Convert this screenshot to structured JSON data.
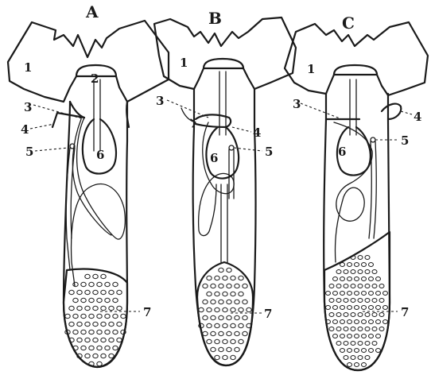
{
  "panels": [
    {
      "id": "A",
      "caption": "A",
      "labels": [
        {
          "key": "1",
          "text": "1"
        },
        {
          "key": "2",
          "text": "2"
        },
        {
          "key": "3",
          "text": "3"
        },
        {
          "key": "4",
          "text": "4"
        },
        {
          "key": "5",
          "text": "5"
        },
        {
          "key": "6",
          "text": "6"
        },
        {
          "key": "7",
          "text": "7"
        }
      ]
    },
    {
      "id": "B",
      "caption": "B",
      "labels": [
        {
          "key": "1",
          "text": "1"
        },
        {
          "key": "3",
          "text": "3"
        },
        {
          "key": "4",
          "text": "4"
        },
        {
          "key": "5",
          "text": "5"
        },
        {
          "key": "6",
          "text": "6"
        },
        {
          "key": "7",
          "text": "7"
        }
      ]
    },
    {
      "id": "C",
      "caption": "C",
      "labels": [
        {
          "key": "1",
          "text": "1"
        },
        {
          "key": "3",
          "text": "3"
        },
        {
          "key": "4",
          "text": "4"
        },
        {
          "key": "5",
          "text": "5"
        },
        {
          "key": "6",
          "text": "6"
        },
        {
          "key": "7",
          "text": "7"
        }
      ]
    }
  ]
}
